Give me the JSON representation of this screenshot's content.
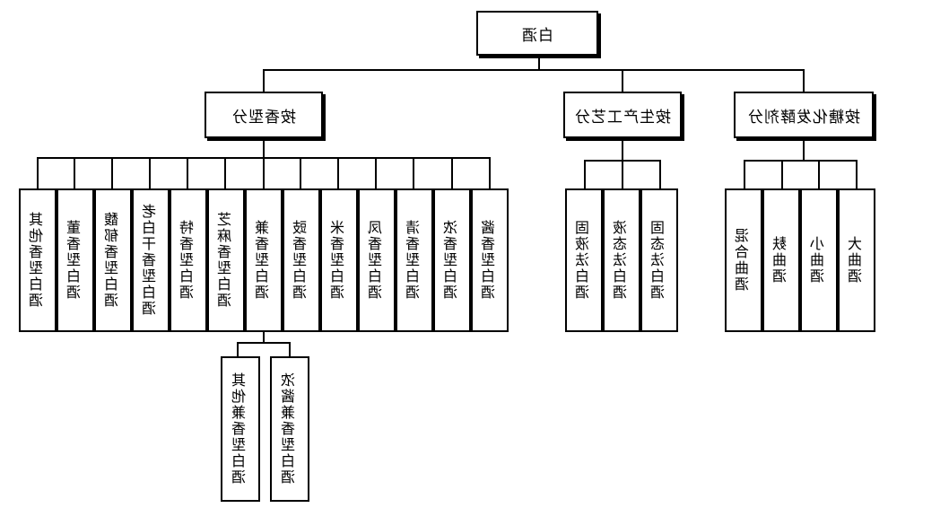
{
  "root": {
    "label": "白酒"
  },
  "categories": [
    {
      "label": "按香型分",
      "items": [
        {
          "label": "其他香型白酒"
        },
        {
          "label": "董香型白酒"
        },
        {
          "label": "馥郁香型白酒"
        },
        {
          "label": "老白干香型白酒"
        },
        {
          "label": "特香型白酒"
        },
        {
          "label": "芝麻香型白酒"
        },
        {
          "label": "兼香型白酒"
        },
        {
          "label": "豉香型白酒"
        },
        {
          "label": "米香型白酒"
        },
        {
          "label": "凤香型白酒"
        },
        {
          "label": "清香型白酒"
        },
        {
          "label": "浓香型白酒"
        },
        {
          "label": "酱香型白酒"
        }
      ],
      "sub": [
        {
          "label": "其他兼香型白酒"
        },
        {
          "label": "浓酱兼香型白酒"
        }
      ]
    },
    {
      "label": "按生产工艺分",
      "items": [
        {
          "label": "固液法白酒"
        },
        {
          "label": "液态法白酒"
        },
        {
          "label": "固态法白酒"
        }
      ]
    },
    {
      "label": "按糖化发酵剂分",
      "items": [
        {
          "label": "混合曲酒"
        },
        {
          "label": "麸曲酒"
        },
        {
          "label": "小曲酒"
        },
        {
          "label": "大曲酒"
        }
      ]
    }
  ]
}
